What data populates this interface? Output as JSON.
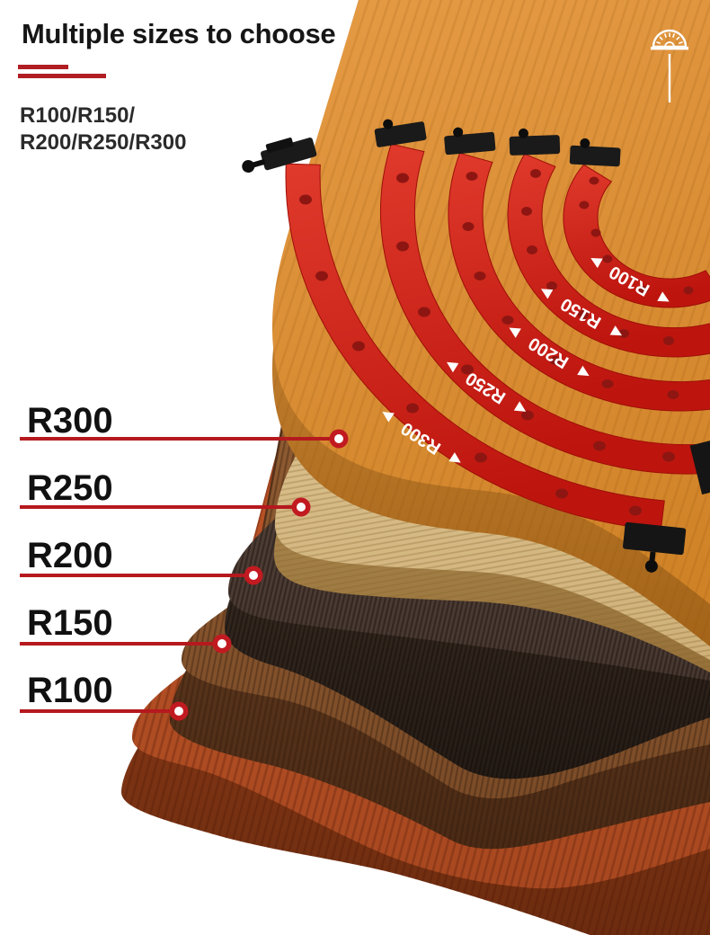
{
  "header": {
    "title": "Multiple sizes to choose"
  },
  "subtitle": {
    "line1": "R100/R150/",
    "line2": "R200/R250/R300"
  },
  "callouts": [
    {
      "label": "R300"
    },
    {
      "label": "R250"
    },
    {
      "label": "R200"
    },
    {
      "label": "R150"
    },
    {
      "label": "R100"
    }
  ],
  "templates": {
    "sizes": [
      "R300",
      "R250",
      "R200",
      "R150",
      "R100"
    ]
  },
  "icon": {
    "name": "protractor"
  },
  "colors": {
    "accent_red": "#B01E23",
    "template_red": "#D92B23"
  }
}
